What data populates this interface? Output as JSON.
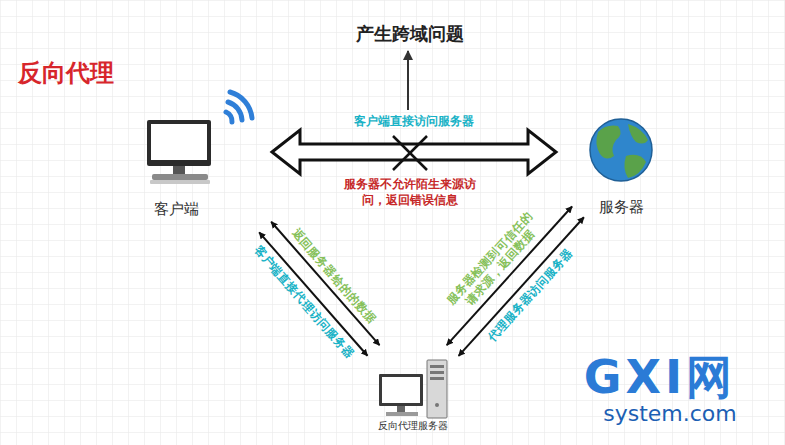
{
  "diagram": {
    "title": "反向代理",
    "nodes": [
      {
        "text": [
          "客户端"
        ]
      },
      {
        "text": [
          "服务器"
        ]
      },
      {
        "text": [
          "反向代理服务器"
        ]
      }
    ],
    "edges": [
      {
        "from": 0,
        "to": 1,
        "label": "客户端直接访问服务器",
        "arrow": "both"
      },
      {
        "from": 0,
        "to": 2,
        "label": "客户端直接代理访问服务器",
        "arrow": "both"
      },
      {
        "from": 2,
        "to": 0,
        "label": "返回服务器给的的数据",
        "arrow": "both"
      },
      {
        "from": 2,
        "to": 1,
        "label": "代理服务器访问服务器",
        "arrow": "both"
      },
      {
        "from": 1,
        "to": 2,
        "label": "服务器检测到可信任的请求源，返回数据",
        "arrow": "both"
      }
    ],
    "labels": [
      "产生跨域问题",
      "服务器不允许陌生来源访问，返回错误信息",
      "GXI网",
      "system.com"
    ]
  }
}
